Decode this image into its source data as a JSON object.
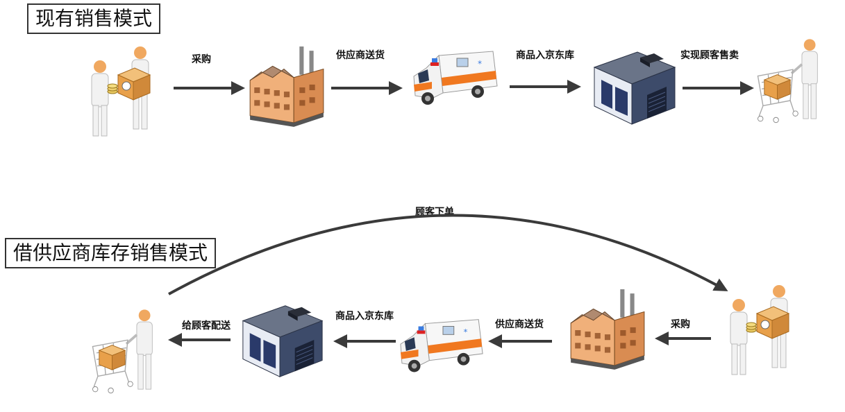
{
  "current_mode": {
    "title": "现有销售模式",
    "steps": [
      "采购",
      "供应商送货",
      "商品入京东库",
      "实现顾客售卖"
    ]
  },
  "consignment_mode": {
    "title": "借供应商库存销售模式",
    "arc_label": "顾客下单",
    "steps": [
      "采购",
      "供应商送货",
      "商品入京东库",
      "给顾客配送"
    ]
  },
  "colors": {
    "arrow": "#3a3a3a",
    "person": "#f2f2f2",
    "skin": "#f0a860",
    "box": "#e8a04a",
    "factory": "#d98c52",
    "truck_stripe": "#f07820",
    "warehouse": "#3d4b6a"
  },
  "icons": [
    "person-with-package-icon",
    "factory-icon",
    "ambulance-truck-icon",
    "warehouse-icon",
    "shopper-cart-icon"
  ]
}
